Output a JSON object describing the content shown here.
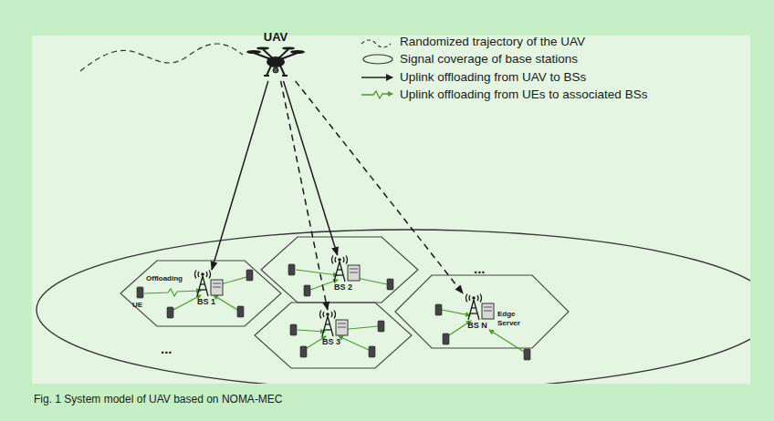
{
  "diagram": {
    "caption": "Fig. 1 System model of UAV based on NOMA-MEC",
    "nodes": [
      {
        "text": [
          "UAV"
        ]
      },
      {
        "text": [
          "BS 1"
        ]
      },
      {
        "text": [
          "BS 2"
        ]
      },
      {
        "text": [
          "BS 3"
        ]
      },
      {
        "text": [
          "BS N"
        ]
      }
    ],
    "edges": [
      {
        "from": 0,
        "to": 1,
        "arrow": "to"
      },
      {
        "from": 0,
        "to": 2,
        "arrow": "to"
      },
      {
        "from": 0,
        "to": 3,
        "arrow": "to"
      },
      {
        "from": 0,
        "to": 4,
        "arrow": "to"
      }
    ],
    "labels": [
      "Offloading",
      "UE",
      "Edge Server",
      "...",
      "..."
    ],
    "legend": [
      {
        "text": "Randomized trajectory of the UAV"
      },
      {
        "text": "Signal coverage of base stations"
      },
      {
        "text": "Uplink offloading from UAV to BSs"
      },
      {
        "text": "Uplink offloading from UEs to associated BSs"
      }
    ]
  }
}
